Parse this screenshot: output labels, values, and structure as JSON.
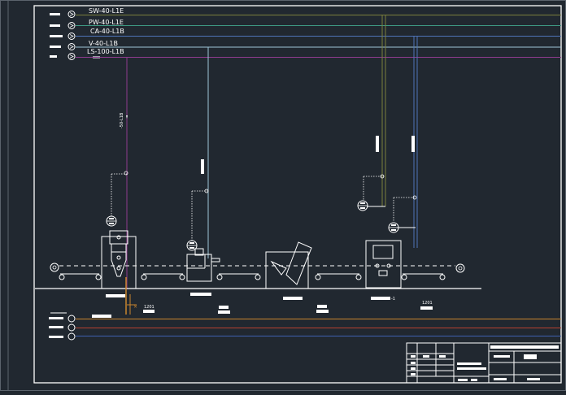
{
  "drawing": {
    "background": "#212830",
    "frame_color": "#ffffff"
  },
  "pipelines": [
    {
      "label": "SW-40-L1E",
      "color": "#7a7f3c"
    },
    {
      "label": "PW-40-L1E",
      "color": "#3e9a84"
    },
    {
      "label": "CA-40-L1B",
      "color": "#4f74b8"
    },
    {
      "label": "V-40-L1B",
      "color": "#9ec6d9"
    },
    {
      "label": "LS-100-L1B",
      "color": "#8e3c8e"
    }
  ],
  "vertical_note": "-50-L1B",
  "lower_pipes": [
    {
      "color": "#c9852e"
    },
    {
      "color": "#b7402f"
    },
    {
      "color": "#3f61b0"
    }
  ],
  "lower_labels": [
    "1201",
    "1201"
  ]
}
